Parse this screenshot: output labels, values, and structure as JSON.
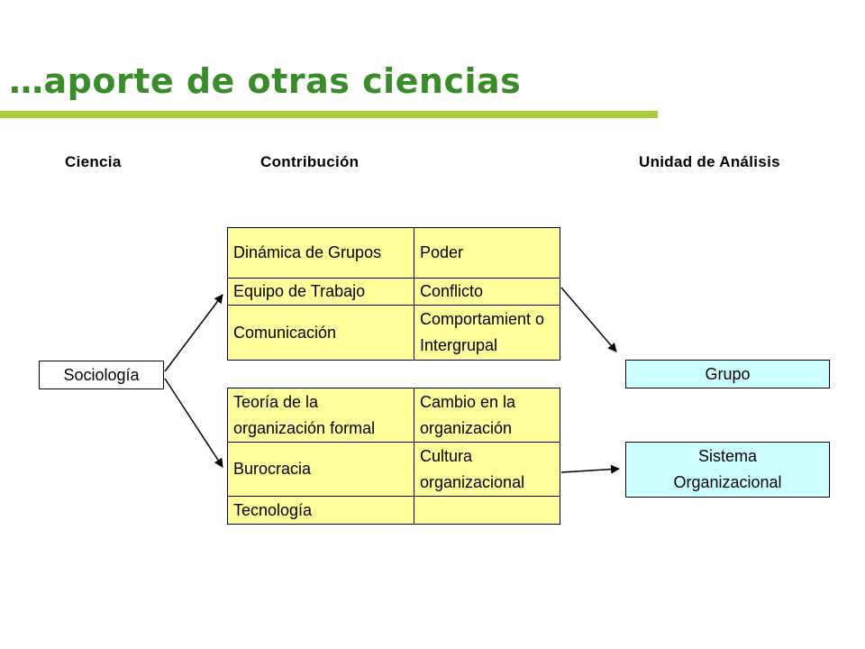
{
  "title": "…aporte de otras ciencias",
  "headers": {
    "ciencia": "Ciencia",
    "contribucion": "Contribución",
    "unidad": "Unidad de Análisis"
  },
  "ciencia_box": "Sociología",
  "table_top": [
    [
      "Dinámica de Grupos",
      "Poder"
    ],
    [
      "Equipo de Trabajo",
      "Conflicto"
    ],
    [
      "Comunicación",
      "Comportamient o Intergrupal"
    ]
  ],
  "table_bottom": [
    [
      "Teoría de la organización formal",
      "Cambio en la organización"
    ],
    [
      "Burocracia",
      "Cultura organizacional"
    ],
    [
      "Tecnología",
      ""
    ]
  ],
  "unidades": {
    "grupo": "Grupo",
    "sistema_line1": "Sistema",
    "sistema_line2": "Organizacional"
  },
  "colors": {
    "title": "#3a8b2a",
    "title_bar": "#a8cc3a",
    "table_fill": "#ffff9c",
    "unit_fill": "#ccffff"
  }
}
